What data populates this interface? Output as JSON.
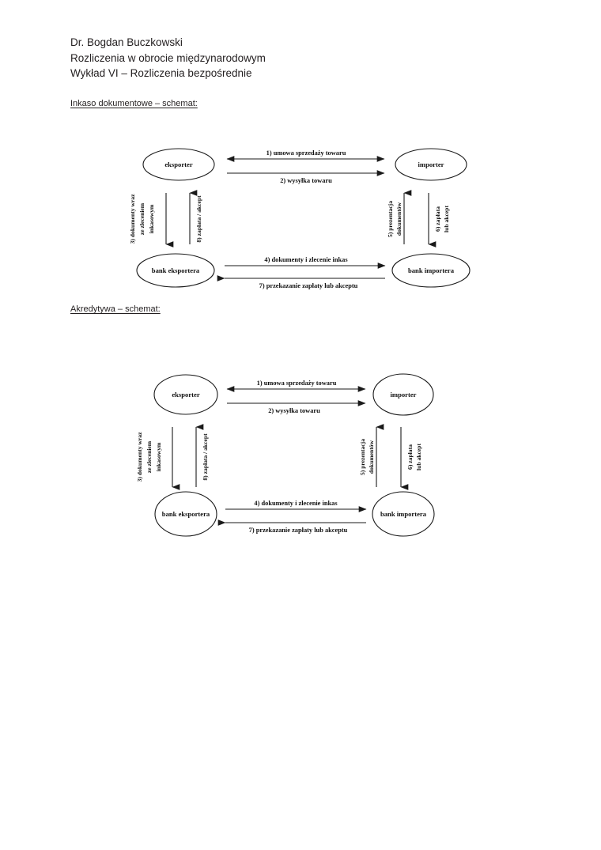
{
  "document": {
    "header_lines": [
      "Dr. Bogdan Buczkowski",
      "Rozliczenia w obrocie międzynarodowym",
      "Wykład VI – Rozliczenia bezpośrednie"
    ],
    "sections": [
      {
        "title": "Inkaso dokumentowe – schemat:"
      },
      {
        "title": "Akredytywa – schemat:"
      }
    ]
  },
  "diagram": {
    "nodes": {
      "exporter": "eksporter",
      "importer": "importer",
      "exporter_bank": "bank  eksportera",
      "importer_bank": "bank  importera"
    },
    "flows": {
      "step1": "1) umowa sprzedaży towaru",
      "step2": "2) wysyłka towaru",
      "step3_line1": "3) dokumenty wraz",
      "step3_line2": "ze zleceniem",
      "step3_line3": "inkasowym",
      "step4": "4) dokumenty i zlecenie inkas",
      "step5_line1": "5) prezentacja",
      "step5_line2": "dokumentów",
      "step6_line1": "6) zapłata",
      "step6_line2": "lub akcept",
      "step7": "7) przekazanie zapłaty lub akceptu",
      "step8": "8) zapłata / akcept"
    }
  },
  "colors": {
    "text": "#231f20",
    "stroke": "#1a1a1a",
    "background": "#ffffff"
  }
}
